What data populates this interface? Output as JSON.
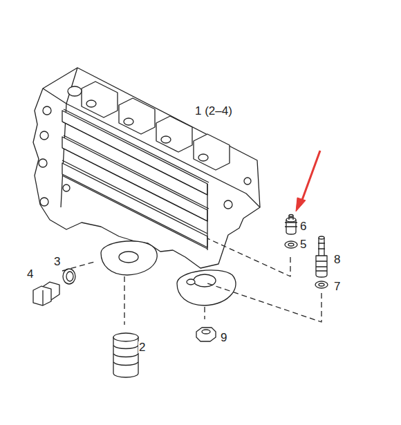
{
  "diagram": {
    "labels": [
      "1 (2–4)",
      "2",
      "3",
      "4",
      "5",
      "6",
      "7",
      "8",
      "9"
    ]
  }
}
